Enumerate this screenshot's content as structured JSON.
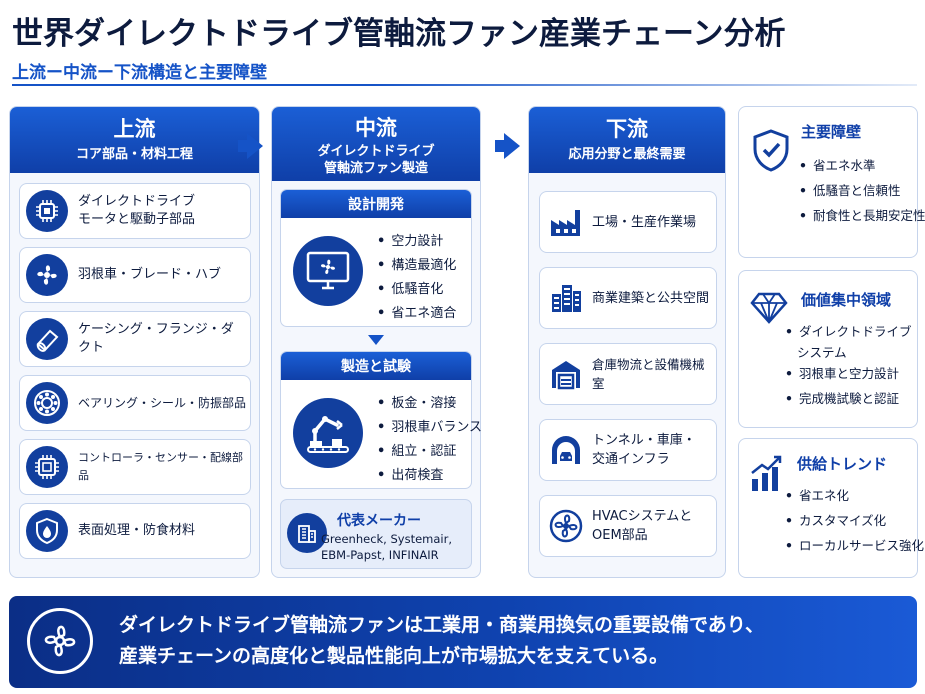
{
  "title": "世界ダイレクトドライブ管軸流ファン産業チェーン分析",
  "subtitle": "上流ー中流ー下流構造と主要障壁",
  "upstream": {
    "heading": "上流",
    "subheading": "コア部品・材料工程",
    "items": [
      {
        "label": "ダイレクトドライブ\nモータと駆動子部品",
        "icon": "motor-chip-icon"
      },
      {
        "label": "羽根車・ブレード・ハブ",
        "icon": "fan-icon"
      },
      {
        "label": "ケーシング・フランジ・ダクト",
        "icon": "pipe-icon"
      },
      {
        "label": "ベアリング・シール・防振部品",
        "icon": "bearing-icon"
      },
      {
        "label": "コントローラ・センサー・配線部品",
        "icon": "controller-chip-icon"
      },
      {
        "label": "表面処理・防食材料",
        "icon": "shield-drop-icon"
      }
    ]
  },
  "midstream": {
    "heading": "中流",
    "subheading_line1": "ダイレクトドライブ",
    "subheading_line2": "管軸流ファン製造",
    "design": {
      "title": "設計開発",
      "bullets": [
        "空力設計",
        "構造最適化",
        "低騒音化",
        "省エネ適合"
      ]
    },
    "manufacturing": {
      "title": "製造と試験",
      "bullets": [
        "板金・溶接",
        "羽根車バランス",
        "組立・認証",
        "出荷検査"
      ]
    },
    "makers": {
      "title": "代表メーカー",
      "line1": "Greenheck, Systemair,",
      "line2": "EBM-Papst, INFINAIR"
    }
  },
  "downstream": {
    "heading": "下流",
    "subheading": "応用分野と最終需要",
    "items": [
      {
        "label": "工場・生産作業場",
        "icon": "factory-icon"
      },
      {
        "label": "商業建築と公共空間",
        "icon": "building-icon"
      },
      {
        "label": "倉庫物流と設備機械室",
        "icon": "warehouse-icon"
      },
      {
        "label": "トンネル・車庫・\n交通インフラ",
        "icon": "tunnel-car-icon"
      },
      {
        "label": "HVACシステムと\nOEM部品",
        "icon": "fan-outline-icon"
      }
    ]
  },
  "barriers": {
    "title": "主要障壁",
    "items": [
      "省エネ水準",
      "低騒音と信頼性",
      "耐食性と長期安定性"
    ]
  },
  "value": {
    "title": "価値集中領域",
    "items": [
      "ダイレクトドライブ",
      "システム",
      "羽根車と空力設計",
      "完成機試験と認証"
    ]
  },
  "supply": {
    "title": "供給トレンド",
    "items": [
      "省エネ化",
      "カスタマイズ化",
      "ローカルサービス強化"
    ]
  },
  "banner": {
    "line1": "ダイレクトドライブ管軸流ファンは工業用・商業用換気の重要設備であり、",
    "line2": "産業チェーンの高度化と製品性能向上が市場拡大を支えている。"
  },
  "colors": {
    "primary": "#1553c7",
    "dark": "#0f3fa8",
    "navy": "#0d1b3e",
    "border": "#c6d4ec"
  }
}
